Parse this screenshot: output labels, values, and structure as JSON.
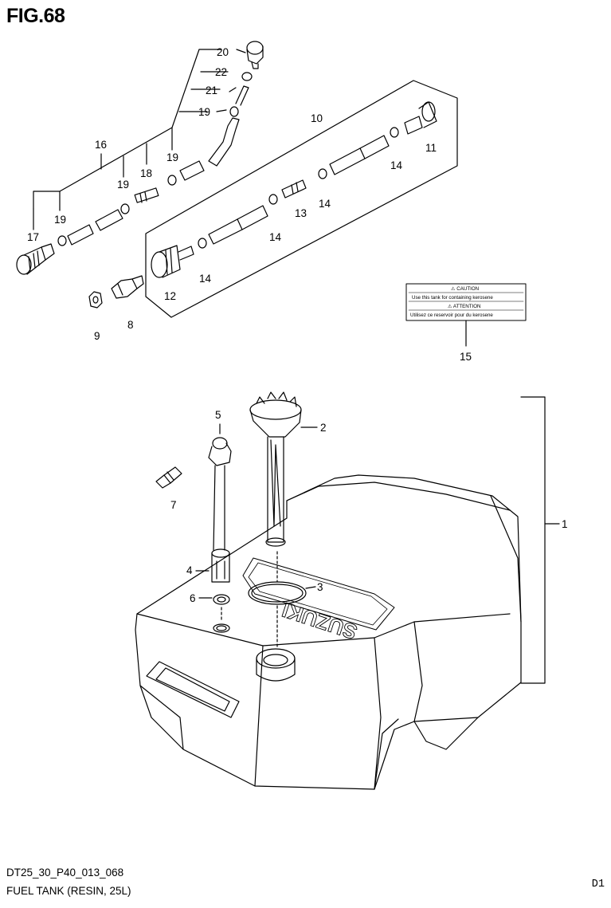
{
  "figure": {
    "title": "FIG.68"
  },
  "labels": {
    "l1": "1",
    "l2": "2",
    "l3": "3",
    "l4": "4",
    "l5": "5",
    "l6": "6",
    "l7": "7",
    "l8": "8",
    "l9": "9",
    "l10": "10",
    "l11": "11",
    "l12": "12",
    "l13": "13",
    "l14a": "14",
    "l14b": "14",
    "l14c": "14",
    "l14d": "14",
    "l15": "15",
    "l16": "16",
    "l17": "17",
    "l18": "18",
    "l19a": "19",
    "l19b": "19",
    "l19c": "19",
    "l19d": "19",
    "l20": "20",
    "l21": "21",
    "l22": "22"
  },
  "caution_label": {
    "line1": "⚠ CAUTION",
    "line2": "Use this tank for containing kerosene",
    "line3": "⚠ ATTENTION",
    "line4": "Utilisez ce reservoir pour du kerosene"
  },
  "tank_emboss": "SUZUKI",
  "footer": {
    "code": "DT25_30_P40_013_068",
    "name": "FUEL TANK (RESIN, 25L)",
    "page": "D1"
  }
}
